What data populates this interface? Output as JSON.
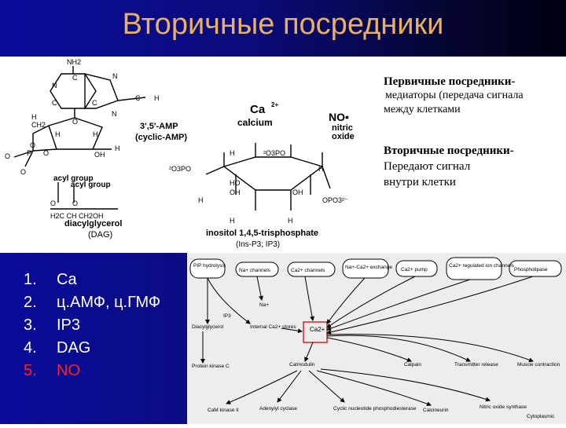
{
  "title": "Вторичные посредники",
  "right_panel": {
    "primary_heading": "Первичные посредники-",
    "primary_line1": "медиаторы (передача сигнала",
    "primary_line2": "между клетками",
    "secondary_heading": "Вторичные посредники-",
    "secondary_line1": "Передают сигнал",
    "secondary_line2": "внутри клетки"
  },
  "list": {
    "items": [
      {
        "num": "1.",
        "text": "Ca"
      },
      {
        "num": "2.",
        "text": "ц.АМФ, ц.ГМФ"
      },
      {
        "num": "3.",
        "text": "IP3"
      },
      {
        "num": "4.",
        "text": "DAG"
      },
      {
        "num": "5.",
        "text": "NO"
      }
    ],
    "highlight_color": "#ff2020"
  },
  "chem": {
    "camp": "3',5'-AMP",
    "camp2": "(cyclic-AMP)",
    "ca": "Ca",
    "ca_sup": "2+",
    "calcium": "calcium",
    "no": "NO•",
    "nitric": "nitric",
    "oxide": "oxide",
    "acyl1": "acyl group",
    "acyl2": "acyl group",
    "dag1": "diacylglycerol",
    "dag2": "(DAG)",
    "ip1": "inositol 1,4,5-trisphosphate",
    "ip2": "(Ins-P3; IP3)",
    "nh2": "NH2",
    "ch2": "CH2",
    "oh": "OH",
    "h": "H",
    "o": "O",
    "p": "P",
    "n": "N",
    "c": "C",
    "ho": "HO",
    "po3_1": "²O3PO",
    "po3_2": "²O3PO",
    "opo3": "OPO3²⁻",
    "dagchain": "H2C  CH  CH2OH"
  },
  "diagram": {
    "top": [
      "PIP hydrolysis",
      "Na+ channels",
      "Ca2+ channels",
      "Na+-Ca2+ exchange",
      "Ca2+ pump",
      "Ca2+ regulated ion channels",
      "Phospholipase"
    ],
    "na": "Na+",
    "ip3": "IP3",
    "dag": "Diacylglycerol",
    "internal": "Internal Ca2+ stores",
    "center": "Ca2+",
    "pkc": "Protein kinase C",
    "calmodulin": "Calmodulin",
    "calpain": "Calpain",
    "transmitter": "Transmitter release",
    "muscle": "Muscle contraction",
    "camk": "CaM kinase II",
    "adenylyl": "Adenylyl cyclase",
    "cyclic": "Cyclic nucleotide phosphodiesterase",
    "calcineurin": "Calcineurin",
    "nos": "Nitric oxide synthase",
    "cyto": "Cytoplasmic"
  }
}
